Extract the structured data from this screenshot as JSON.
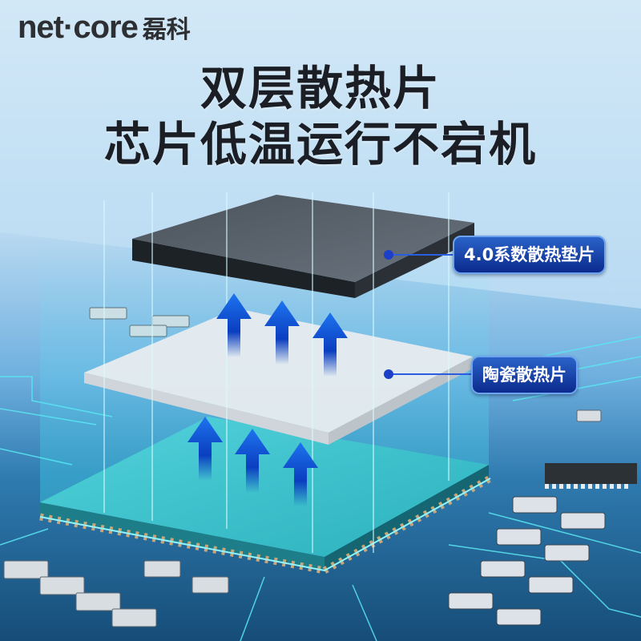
{
  "brand": {
    "name_en": "net·core",
    "name_zh": "磊科"
  },
  "headline": {
    "line1": "双层散热片",
    "line2": "芯片低温运行不宕机"
  },
  "callouts": [
    {
      "label": "4.0系数散热垫片",
      "target": "thermal-pad"
    },
    {
      "label": "陶瓷散热片",
      "target": "ceramic-heatsink"
    }
  ],
  "icons": {
    "arrows": "heat-up-arrow-icon"
  },
  "colors": {
    "background_top": "#c6e2f6",
    "headline_text": "#1b1e24",
    "callout_bg": "#0b2a8e",
    "callout_border": "#6ea4ee",
    "chip": "#3fc4cc",
    "board": "#1c5a86",
    "glow": "#3ee8f5",
    "thermal_pad": "#4c5560",
    "ceramic": "#e6eaed"
  }
}
